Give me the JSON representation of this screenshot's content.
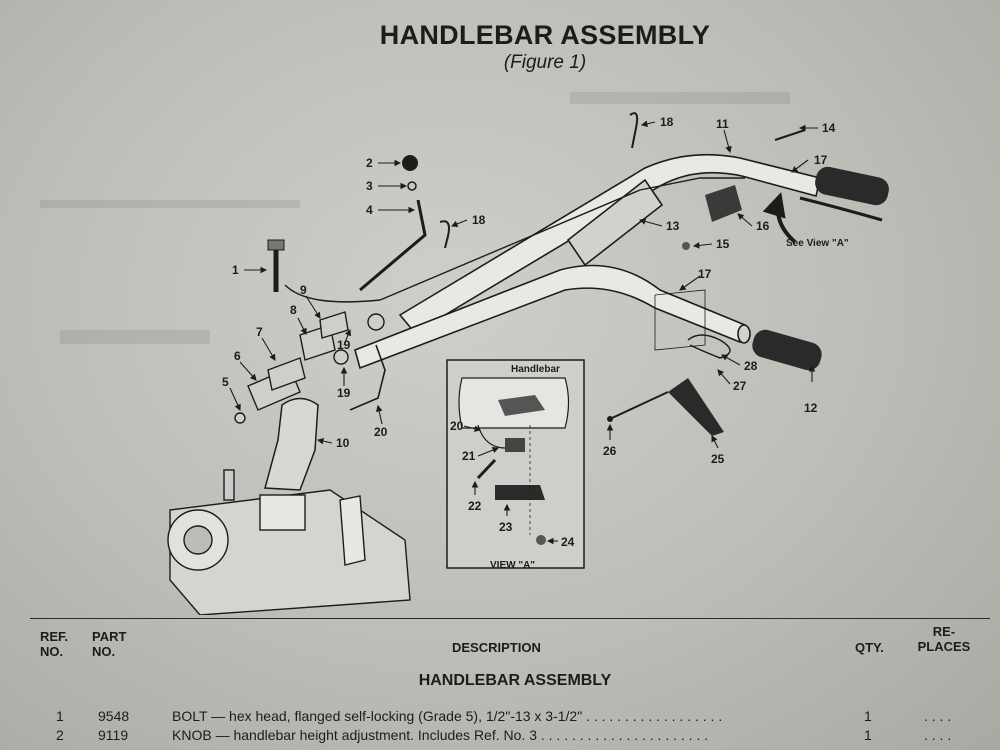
{
  "page": {
    "title": "HANDLEBAR ASSEMBLY",
    "subtitle": "(Figure 1)"
  },
  "diagram": {
    "callouts": [
      "1",
      "2",
      "3",
      "4",
      "5",
      "6",
      "7",
      "8",
      "9",
      "10",
      "11",
      "12",
      "13",
      "14",
      "15",
      "16",
      "17",
      "17",
      "18",
      "18",
      "19",
      "19",
      "20",
      "20",
      "21",
      "22",
      "23",
      "24",
      "25",
      "26",
      "27",
      "28"
    ],
    "see_view_label": "See View \"A\"",
    "inset": {
      "handlebar_label": "Handlebar",
      "caption": "VIEW \"A\""
    }
  },
  "table": {
    "headers": {
      "ref_line1": "REF.",
      "ref_line2": "NO.",
      "part_line1": "PART",
      "part_line2": "NO.",
      "description": "DESCRIPTION",
      "qty": "QTY.",
      "replaces_line1": "RE-",
      "replaces_line2": "PLACES"
    },
    "section_heading": "HANDLEBAR ASSEMBLY",
    "rows": [
      {
        "ref": "1",
        "part": "9548",
        "description": "BOLT — hex head, flanged self-locking (Grade 5), 1/2\"-13 x 3-1/2\" . . . . . . . . . . . . . . . . . .",
        "qty": "1",
        "replaces": ". . . ."
      },
      {
        "ref": "2",
        "part": "9119",
        "description": "KNOB — handlebar height adjustment. Includes Ref. No. 3 . . . . . . . . . . . . . . . . . . . . . .",
        "qty": "1",
        "replaces": ". . . ."
      }
    ]
  },
  "colors": {
    "paper": "#c4c4bf",
    "ink": "#1c1c1c"
  }
}
